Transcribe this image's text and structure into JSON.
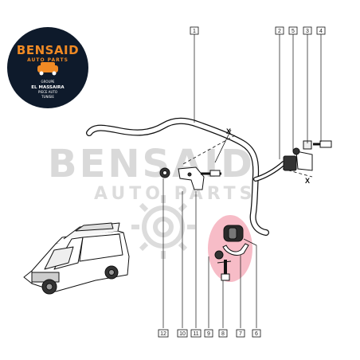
{
  "logo": {
    "brand": "BENSAID",
    "sub": "AUTO PARTS",
    "line1": "GROUPE",
    "line2": "EL MASSAIRA",
    "line3": "PIECE AUTO",
    "line4": "TUNISIE"
  },
  "watermark": {
    "brand": "BENSAID",
    "sub": "AUTO PARTS"
  },
  "axis_marks": {
    "x_top": "X",
    "x_right": "X"
  },
  "callouts": {
    "c1": "1",
    "c2": "2",
    "c3": "3",
    "c4": "4",
    "c5": "5",
    "c6": "6",
    "c7": "7",
    "c8": "8",
    "c9": "9",
    "c10": "10",
    "c11": "11",
    "c12": "12"
  },
  "colors": {
    "logo_bg": "#0e1a2b",
    "logo_accent": "#f08a24",
    "highlight": "#f4a6b4",
    "line": "#111111",
    "watermark": "#d9d9d9"
  }
}
